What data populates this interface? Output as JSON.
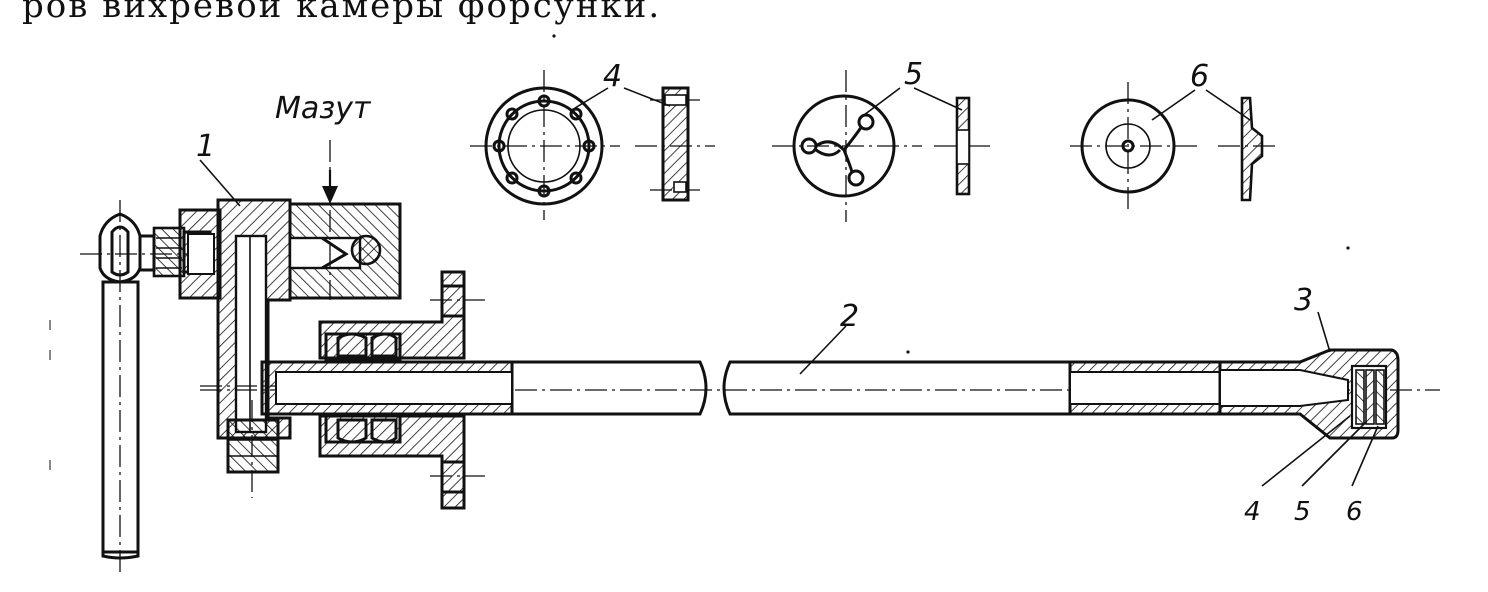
{
  "caption_top": "ров вихревой камеры форсунки.",
  "labels": {
    "fuel": "Мазут",
    "part_1": "1",
    "part_2": "2",
    "part_3": "3",
    "part_4_top": "4",
    "part_5_top": "5",
    "part_6_top": "6",
    "part_4_bottom": "4",
    "part_5_bottom": "5",
    "part_6_bottom": "6"
  }
}
